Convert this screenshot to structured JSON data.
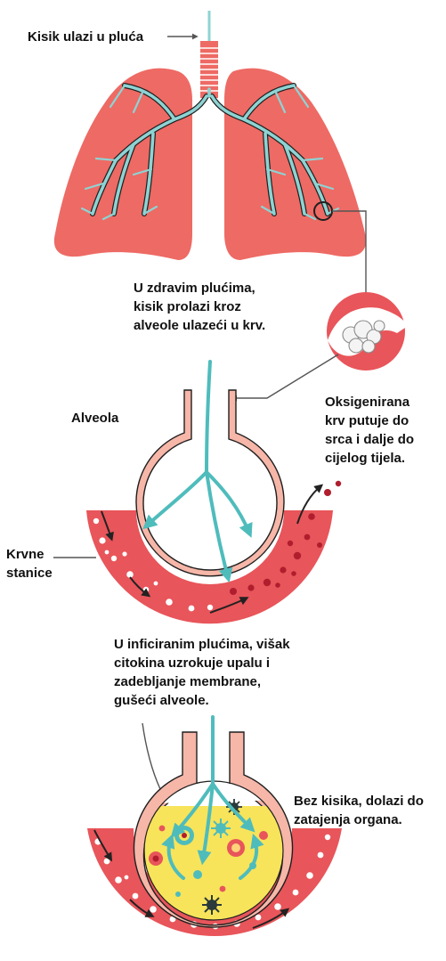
{
  "labels": {
    "oxygen_enters": "Kisik ulazi u pluća",
    "healthy": [
      "U zdravim plućima,",
      "kisik prolazi kroz",
      "alveole ulazeći u krv."
    ],
    "alveola": "Alveola",
    "oxygenated": [
      "Oksigenirana",
      "krv putuje do",
      "srca i dalje do",
      "cijelog tijela."
    ],
    "blood_cells": [
      "Krvne",
      "stanice"
    ],
    "infected": [
      "U inficiranim plućima, višak",
      "citokina uzrokuje upalu i",
      "zadebljanje membrane,",
      "gušeći alveole."
    ],
    "no_oxygen": [
      "Bez kisika, dolazi do",
      "zatajenja organa."
    ]
  },
  "colors": {
    "lung": "#ee6a64",
    "airway": "#8ed3d3",
    "teal": "#4fbcbc",
    "blood": "#e8555a",
    "tissue": "#f6b6a8",
    "dark_cell": "#b01e2e",
    "fluid": "#f7e45a",
    "outline": "#222222"
  }
}
